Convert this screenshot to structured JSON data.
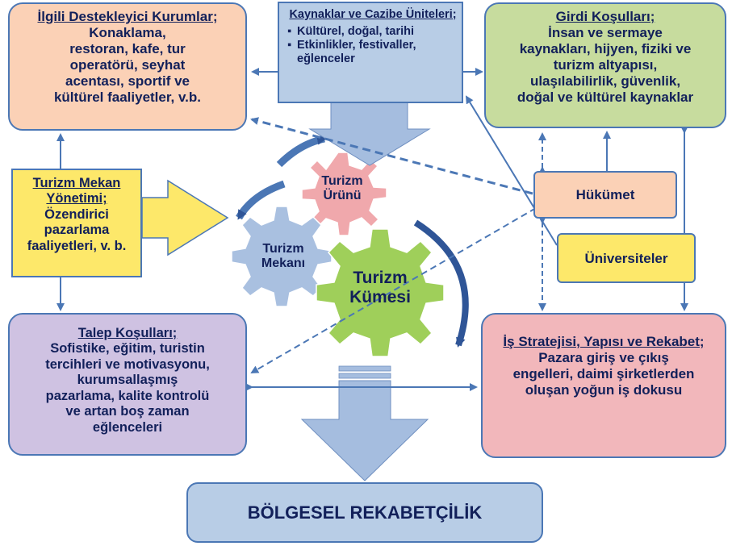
{
  "support": {
    "title": "İlgili Destekleyici Kurumlar;",
    "lines": [
      "Konaklama,",
      "restoran, kafe, tur",
      "operatörü, seyhat",
      "acentası, sportif ve",
      "kültürel faaliyetler, v.b."
    ]
  },
  "attractions": {
    "title": "Kaynaklar ve Cazibe Üniteleri;",
    "items": [
      "Kültürel, doğal, tarihi",
      "Etkinlikler, festivaller, eğlenceler"
    ]
  },
  "input": {
    "title": "Girdi Koşulları;",
    "lines": [
      "İnsan ve sermaye",
      "kaynakları, hijyen, fiziki ve",
      "turizm altyapısı,",
      "ulaşılabilirlik, güvenlik,",
      "doğal ve kültürel kaynaklar"
    ]
  },
  "dmo": {
    "title": "Turizm Mekan Yönetimi;",
    "lines": [
      "Özendirici",
      "pazarlama",
      "faaliyetleri, v. b."
    ]
  },
  "demand": {
    "title": "Talep Koşulları;",
    "lines": [
      "Sofistike, eğitim, turistin",
      "tercihleri ve motivasyonu,",
      "kurumsallaşmış",
      "pazarlama, kalite kontrolü",
      "ve artan boş zaman",
      "eğlenceleri"
    ]
  },
  "strategy": {
    "title": "İş Stratejisi, Yapısı ve Rekabet;",
    "lines": [
      "Pazara giriş ve çıkış",
      "engelleri, daimi şirketlerden",
      "oluşan yoğun iş dokusu"
    ]
  },
  "government": "Hükümet",
  "universities": "Üniversiteler",
  "gears": {
    "product": "Turizm Ürünü",
    "place": "Turizm Mekanı",
    "cluster": "Turizm Kümesi"
  },
  "competitiveness": "BÖLGESEL REKABETÇİLİK",
  "colors": {
    "arrow": "#4b77b5",
    "gear_product": "#f0a8ac",
    "gear_place": "#a9c0e0",
    "gear_cluster": "#9fcf5a",
    "big_arrow": "#a5bddf"
  }
}
